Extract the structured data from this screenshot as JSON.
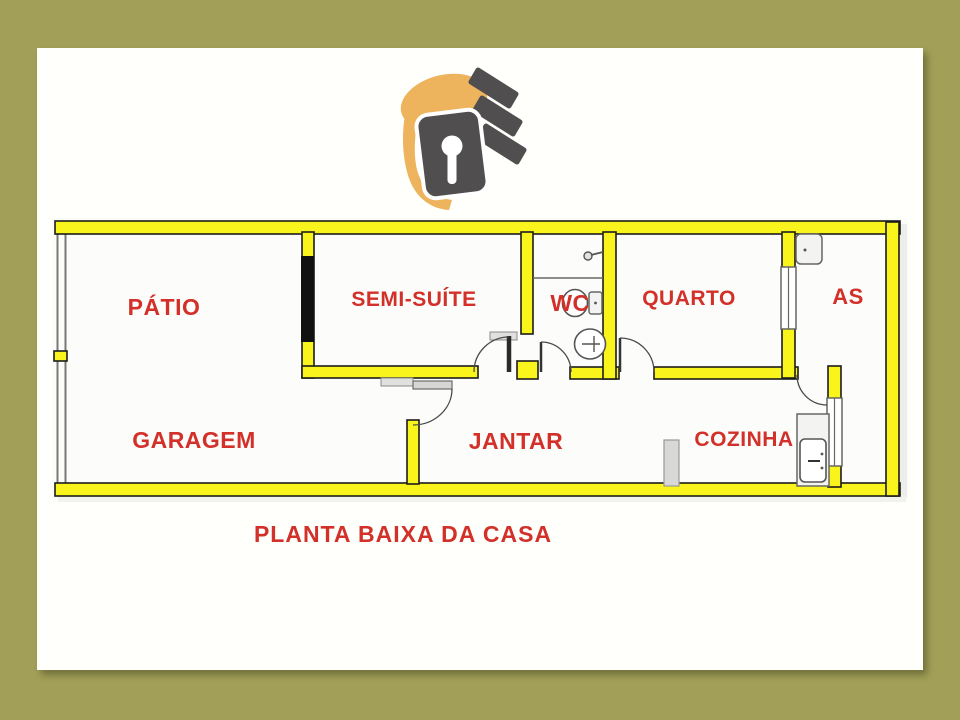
{
  "title": {
    "text": "PLANTA BAIXA DA CASA"
  },
  "rooms": {
    "patio": {
      "label": "PÁTIO"
    },
    "semi_suite": {
      "label": "SEMI-SUÍTE"
    },
    "wc": {
      "label": "WC"
    },
    "quarto": {
      "label": "QUARTO"
    },
    "as": {
      "label": "AS"
    },
    "garagem": {
      "label": "GARAGEM"
    },
    "jantar": {
      "label": "JANTAR"
    },
    "cozinha": {
      "label": "COZINHA"
    }
  },
  "fixtures": [
    {
      "id": "wc-toilet",
      "name": "toilet"
    },
    {
      "id": "wc-sink",
      "name": "washbasin"
    },
    {
      "id": "wc-shower-head",
      "name": "shower-head"
    },
    {
      "id": "as-laundry-tank",
      "name": "laundry-tank"
    },
    {
      "id": "kitchen-counter",
      "name": "kitchen-sink-counter"
    },
    {
      "id": "cozinha-column",
      "name": "column"
    }
  ],
  "colors": {
    "canvas_background": "#a2a058",
    "panel_background": "#fffffc",
    "wall_fill": "#f9f41c",
    "wall_outline": "#1c1c1c",
    "window_black": "#111111",
    "label_red": "#d23029",
    "logo_orange": "#eeb35d",
    "logo_gray": "#514e50"
  }
}
